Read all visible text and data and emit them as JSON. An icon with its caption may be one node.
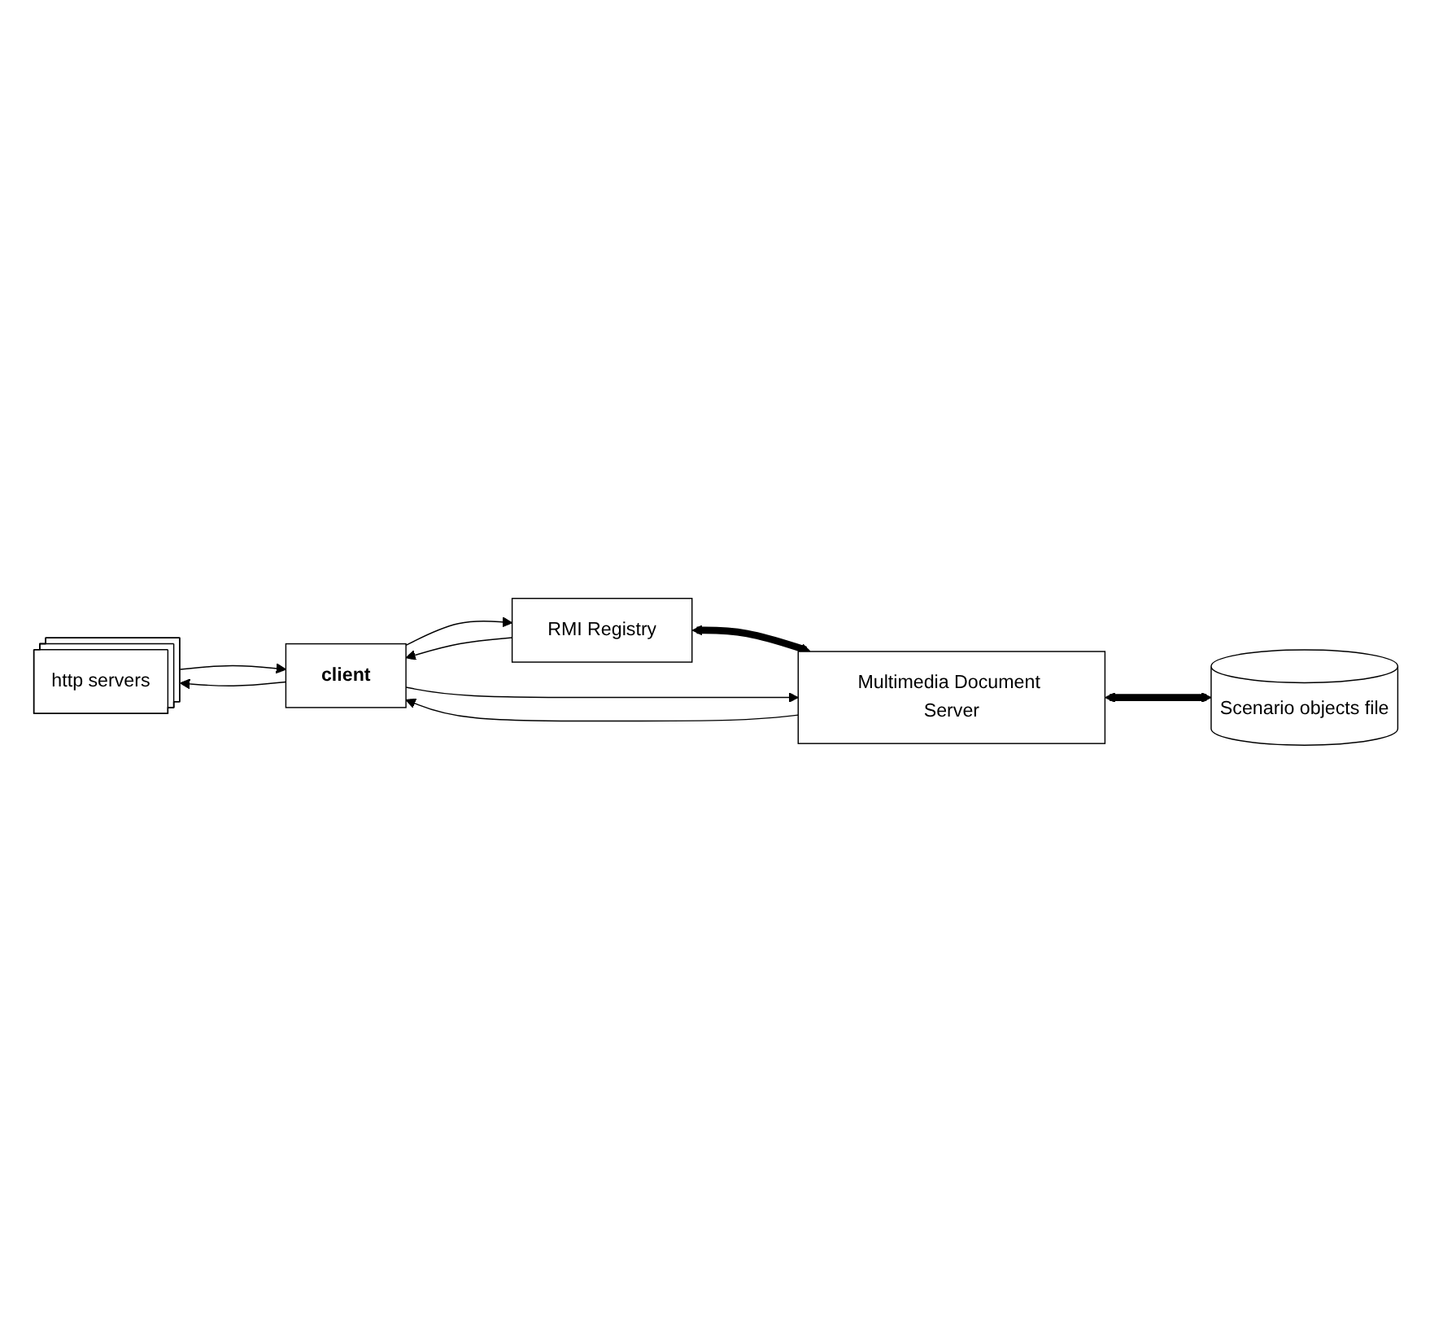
{
  "diagram": {
    "nodes": [
      {
        "text": [
          "http servers"
        ]
      },
      {
        "text": [
          "RMI Registry"
        ]
      },
      {
        "text": [
          "Multimedia Document Server"
        ]
      },
      {
        "text": [
          "Scenario objects file"
        ]
      },
      {
        "text": [
          "client"
        ]
      }
    ],
    "edges": [
      {
        "from": 4,
        "to": 0,
        "arrow": "to"
      },
      {
        "from": 0,
        "to": 4,
        "arrow": "to"
      },
      {
        "from": 4,
        "to": 1,
        "arrow": "to"
      },
      {
        "from": 1,
        "to": 4,
        "arrow": "to"
      },
      {
        "from": 1,
        "to": 2,
        "arrow": "both",
        "style": "thick"
      },
      {
        "from": 4,
        "to": 2,
        "arrow": "to"
      },
      {
        "from": 2,
        "to": 4,
        "arrow": "to"
      },
      {
        "from": 2,
        "to": 3,
        "arrow": "both",
        "style": "thick"
      }
    ]
  }
}
